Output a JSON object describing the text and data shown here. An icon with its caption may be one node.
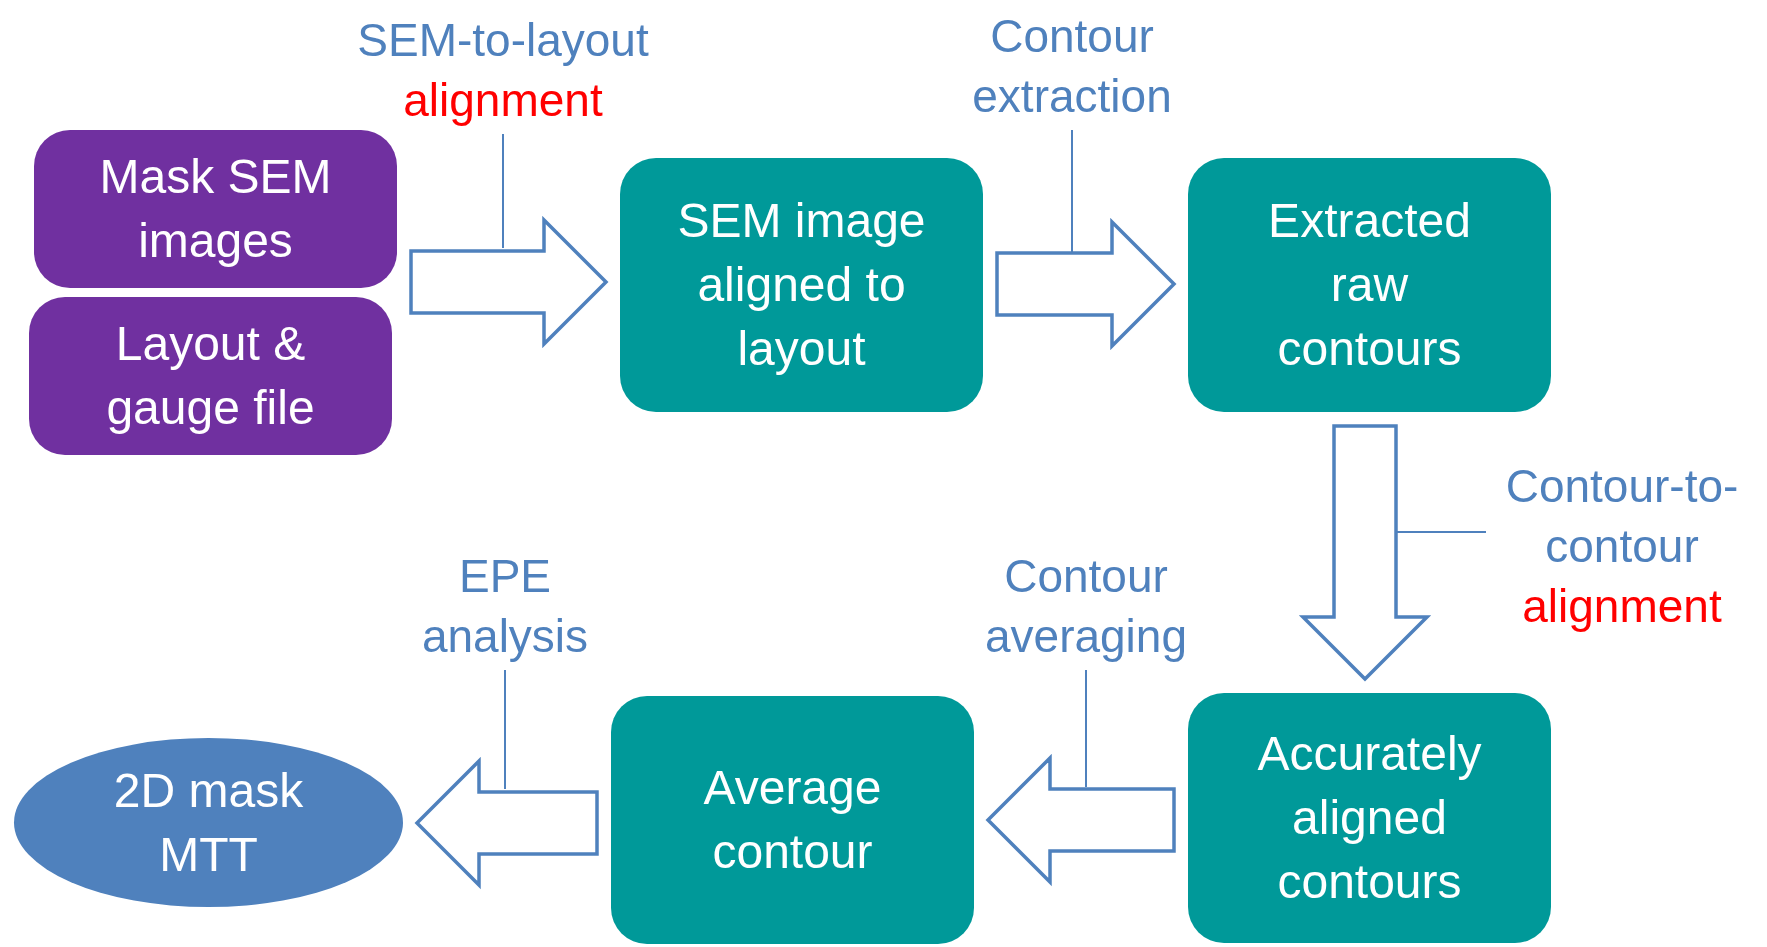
{
  "diagram": {
    "nodes": [
      {
        "text": [
          "Mask SEM images"
        ]
      },
      {
        "text": [
          "Layout & gauge file"
        ]
      },
      {
        "text": [
          "SEM image aligned to layout"
        ]
      },
      {
        "text": [
          "Extracted raw contours"
        ]
      },
      {
        "text": [
          "Accurately aligned contours"
        ]
      },
      {
        "text": [
          "Average contour"
        ]
      },
      {
        "text": [
          "2D mask MTT"
        ]
      },
      {
        "text": [
          "SEM-to-layout",
          "alignment"
        ]
      },
      {
        "text": [
          "Contour extraction"
        ]
      },
      {
        "text": [
          "Contour-to- contour",
          "alignment"
        ]
      },
      {
        "text": [
          "Contour averaging"
        ]
      },
      {
        "text": [
          "EPE analysis"
        ]
      }
    ],
    "edges": [
      {
        "from": 0,
        "to": 2,
        "arrow": "to"
      },
      {
        "from": 1,
        "to": 2,
        "arrow": "to"
      },
      {
        "from": 2,
        "to": 3,
        "arrow": "to"
      },
      {
        "from": 3,
        "to": 4,
        "arrow": "to"
      },
      {
        "from": 4,
        "to": 5,
        "arrow": "to"
      },
      {
        "from": 5,
        "to": 6,
        "arrow": "to"
      },
      {
        "from": 7,
        "to": null,
        "arrow": "none"
      },
      {
        "from": 8,
        "to": null,
        "arrow": "none"
      },
      {
        "from": 9,
        "to": null,
        "arrow": "none"
      },
      {
        "from": 10,
        "to": null,
        "arrow": "none"
      },
      {
        "from": 11,
        "to": null,
        "arrow": "none"
      }
    ]
  }
}
